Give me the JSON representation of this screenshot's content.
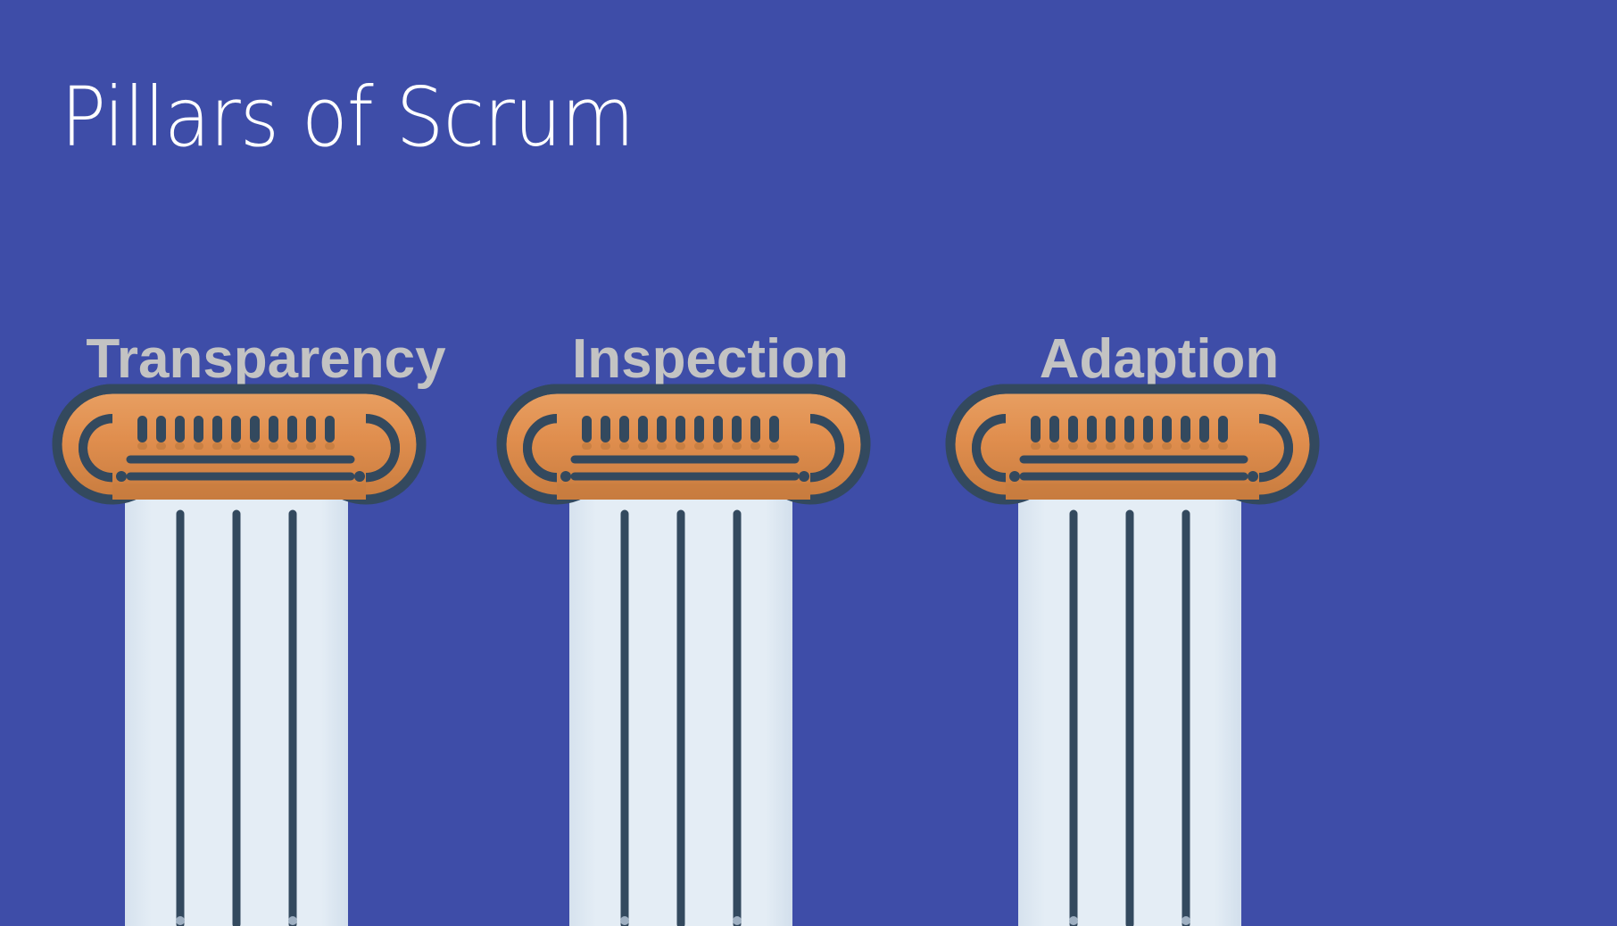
{
  "slide": {
    "title": "Pillars of Scrum",
    "background_color": "#3e4da8",
    "title_color": "#ffffff",
    "label_color": "#c3c3c3",
    "capital_color": "#e08e4e",
    "capital_outline_color": "#33495e",
    "shaft_color": "#e0e9f2",
    "flute_color": "#33495e"
  },
  "pillars": [
    {
      "label": "Transparency",
      "icon": "ionic-column-icon"
    },
    {
      "label": "Inspection",
      "icon": "ionic-column-icon"
    },
    {
      "label": "Adaption",
      "icon": "ionic-column-icon"
    }
  ]
}
